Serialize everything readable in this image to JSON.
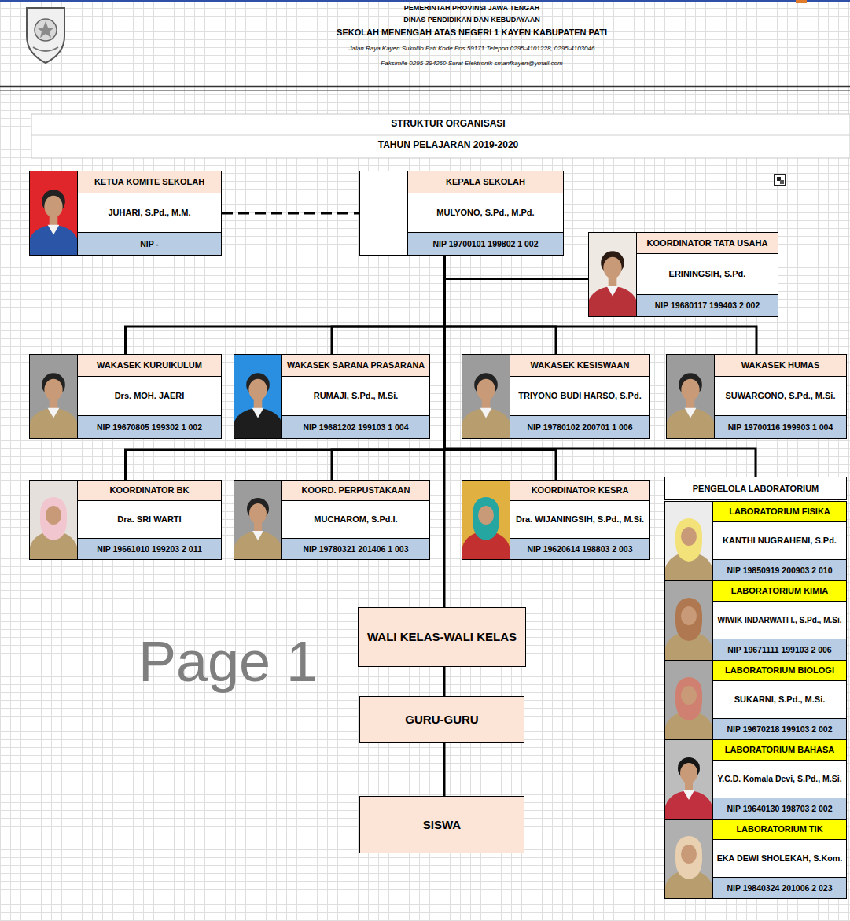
{
  "diagram": {
    "title": "STRUKTUR ORGANISASI",
    "nodes": [
      {
        "text": [
          "KETUA KOMITE SEKOLAH",
          "JUHARI, S.Pd., M.M.",
          "NIP -"
        ]
      },
      {
        "text": [
          "KEPALA SEKOLAH",
          "MULYONO, S.Pd., M.Pd.",
          "NIP 19700101 199802 1 002"
        ]
      },
      {
        "text": [
          "KOORDINATOR TATA USAHA",
          "ERININGSIH, S.Pd.",
          "NIP 19680117 199403 2 002"
        ]
      },
      {
        "text": [
          "WAKASEK KURUIKULUM",
          "Drs. MOH. JAERI",
          "NIP 19670805 199302 1 002"
        ]
      },
      {
        "text": [
          "WAKASEK SARANA PRASARANA",
          "RUMAJI, S.Pd., M.Si.",
          "NIP 19681202 199103 1 004"
        ]
      },
      {
        "text": [
          "WAKASEK KESISWAAN",
          "TRIYONO BUDI HARSO, S.Pd.",
          "NIP 19780102 200701 1 006"
        ]
      },
      {
        "text": [
          "WAKASEK HUMAS",
          "SUWARGONO, S.Pd., M.Si.",
          "NIP 19700116 199903 1 004"
        ]
      },
      {
        "text": [
          "KOORDINATOR BK",
          "Dra. SRI WARTI",
          "NIP 19661010 199203 2 011"
        ]
      },
      {
        "text": [
          "KOORD. PERPUSTAKAAN",
          "MUCHAROM, S.Pd.I.",
          "NIP 19780321 201406 1 003"
        ]
      },
      {
        "text": [
          "KOORDINATOR KESRA",
          "Dra. WIJANINGSIH, S.Pd., M.Si.",
          "NIP 19620614 198803 2 003"
        ]
      },
      {
        "text": [
          "PENGELOLA LABORATORIUM"
        ]
      },
      {
        "text": [
          "LABORATORIUM FISIKA",
          "KANTHI NUGRAHENI, S.Pd.",
          "NIP 19850919 200903 2 010"
        ],
        "in": 10
      },
      {
        "text": [
          "LABORATORIUM KIMIA",
          "WIWIK INDARWATI I., S.Pd., M.Si.",
          "NIP 19671111 199103 2 006"
        ],
        "in": 10
      },
      {
        "text": [
          "LABORATORIUM BIOLOGI",
          "SUKARNI, S.Pd., M.Si.",
          "NIP 19670218 199103 2 002"
        ],
        "in": 10
      },
      {
        "text": [
          "LABORATORIUM BAHASA",
          "Y.C.D. Komala Devi, S.Pd., M.Si.",
          "NIP 19640130 198703 2 002"
        ],
        "in": 10
      },
      {
        "text": [
          "LABORATORIUM TIK",
          "EKA DEWI SHOLEKAH, S.Kom.",
          "NIP 19840324 201006 2 023"
        ],
        "in": 10
      },
      {
        "text": [
          "WALI KELAS-WALI KELAS"
        ]
      },
      {
        "text": [
          "GURU-GURU"
        ]
      },
      {
        "text": [
          "SISWA"
        ]
      }
    ],
    "edges": [
      {
        "from": 0,
        "to": 1,
        "arrow": "none"
      },
      {
        "from": 1,
        "to": 2,
        "arrow": "none"
      },
      {
        "from": 1,
        "to": 3,
        "arrow": "none"
      },
      {
        "from": 1,
        "to": 4,
        "arrow": "none"
      },
      {
        "from": 1,
        "to": 5,
        "arrow": "none"
      },
      {
        "from": 1,
        "to": 6,
        "arrow": "none"
      },
      {
        "from": 1,
        "to": 7,
        "arrow": "none"
      },
      {
        "from": 1,
        "to": 8,
        "arrow": "none"
      },
      {
        "from": 1,
        "to": 9,
        "arrow": "none"
      },
      {
        "from": 1,
        "to": 10,
        "arrow": "none"
      },
      {
        "from": 1,
        "to": 16,
        "arrow": "none"
      },
      {
        "from": 16,
        "to": 17,
        "arrow": "none"
      },
      {
        "from": 17,
        "to": 18,
        "arrow": "none"
      }
    ],
    "labels": [
      "PEMERINTAH PROVINSI JAWA TENGAH",
      "DINAS PENDIDIKAN DAN KEBUDAYAAN",
      "SEKOLAH MENENGAH ATAS NEGERI 1 KAYEN KABUPATEN PATI",
      "Jalan Raya Kayen Sukolilo Pati Kode Pos 59171 Telepon 0295-4101228, 0295-4103046",
      "Faksimile 0295-394260 Surat Elektronik smanfkayen@ymail.com",
      "TAHUN PELAJARAN 2019-2020",
      "Page 1"
    ]
  }
}
